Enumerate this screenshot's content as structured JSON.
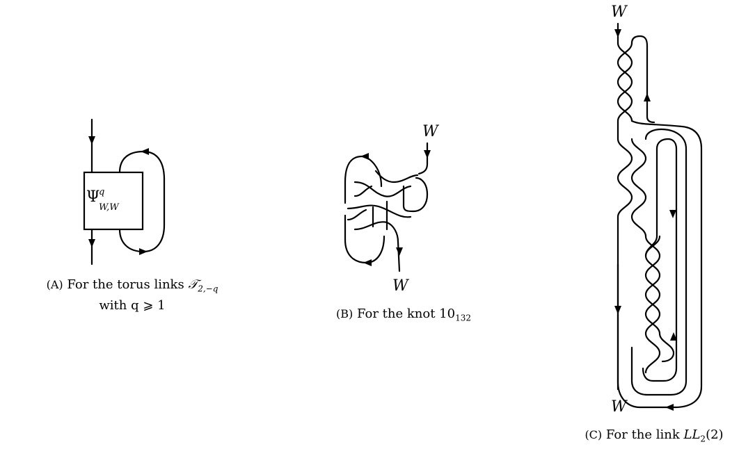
{
  "panel_a": {
    "box_symbol": "Ψ",
    "box_sup": "q",
    "box_sub": "W,W",
    "caption_tag": "(A)",
    "caption_line1_text": "For the torus links ",
    "caption_torus": "𝒯",
    "caption_torus_sub": "2,−q",
    "caption_line2": "with q ⩾ 1"
  },
  "panel_b": {
    "top_label": "W",
    "bottom_label": "W",
    "caption_tag": "(B)",
    "caption_text": "For the knot ",
    "caption_knot": "10",
    "caption_knot_sub": "132"
  },
  "panel_c": {
    "top_label": "W",
    "bottom_label": "W",
    "caption_tag": "(C)",
    "caption_text": "For the link ",
    "caption_link": "LL",
    "caption_link_sub": "2",
    "caption_link_arg": "(2)"
  }
}
